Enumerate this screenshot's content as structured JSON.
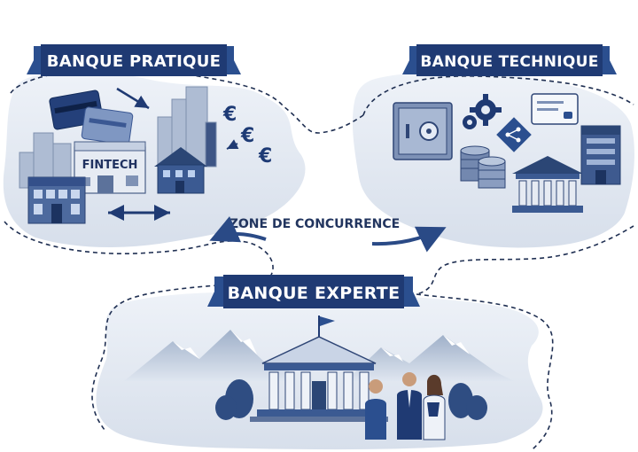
{
  "regions": {
    "pratique": {
      "label": "BANQUE PRATIQUE"
    },
    "technique": {
      "label": "BANQUE TECHNIQUE"
    },
    "experte": {
      "label": "BANQUE EXPERTE"
    }
  },
  "center": {
    "label": "ZONE DE CONCURRENCE"
  },
  "fintech": {
    "label": "FINTECH"
  },
  "euro_symbols": [
    "€",
    "€",
    "€"
  ],
  "colors": {
    "banner": "#1f3a73",
    "accent": "#2b4f8f",
    "blob": "#e1e7f1",
    "dash": "#1f2f52"
  }
}
